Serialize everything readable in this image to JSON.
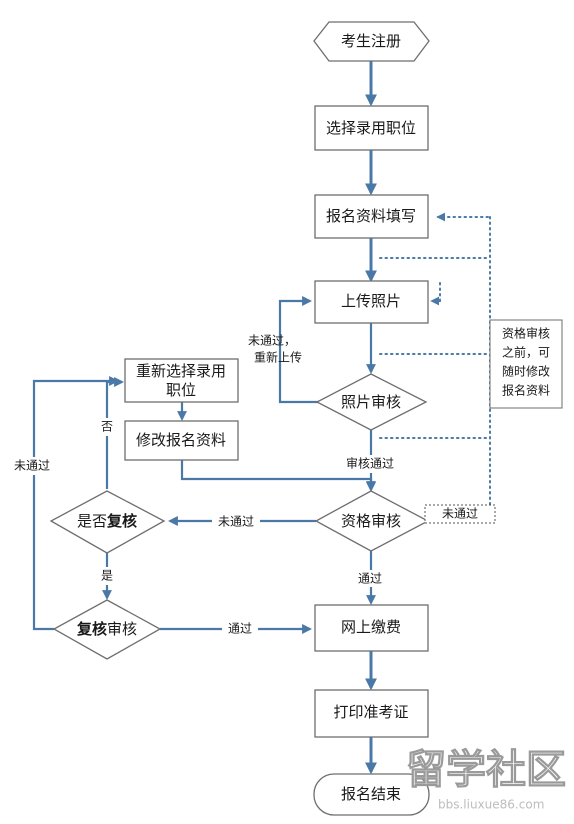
{
  "nodes": {
    "register": "考生注册",
    "select_position": "选择录用职位",
    "fill_info": "报名资料填写",
    "upload_photo": "上传照片",
    "photo_review": "照片审核",
    "reselect_line1": "重新选择录用",
    "reselect_line2": "职位",
    "modify_info": "修改报名资料",
    "qualification_review": "资格审核",
    "recheck_question_1": "是否",
    "recheck_question_2": "复核",
    "recheck_review_1": "复核",
    "recheck_review_2": "审核",
    "online_payment": "网上缴费",
    "print_ticket": "打印准考证",
    "end": "报名结束"
  },
  "labels": {
    "photo_fail_line1": "未通过，",
    "photo_fail_line2": "重新上传",
    "review_passed": "审核通过",
    "qual_fail": "未通过",
    "qual_fail_side": "未通过",
    "qual_pass": "通过",
    "no": "否",
    "yes": "是",
    "recheck_fail": "未通过",
    "recheck_pass": "通过",
    "note_lines": [
      "资格审核",
      "之前，可",
      "随时修改",
      "报名资料"
    ]
  },
  "watermark": {
    "title": "留学社区",
    "url": "bbs.liuxue86.com"
  },
  "colors": {
    "flow_line": "#4a79a8",
    "node_border": "#6e6e6e"
  }
}
